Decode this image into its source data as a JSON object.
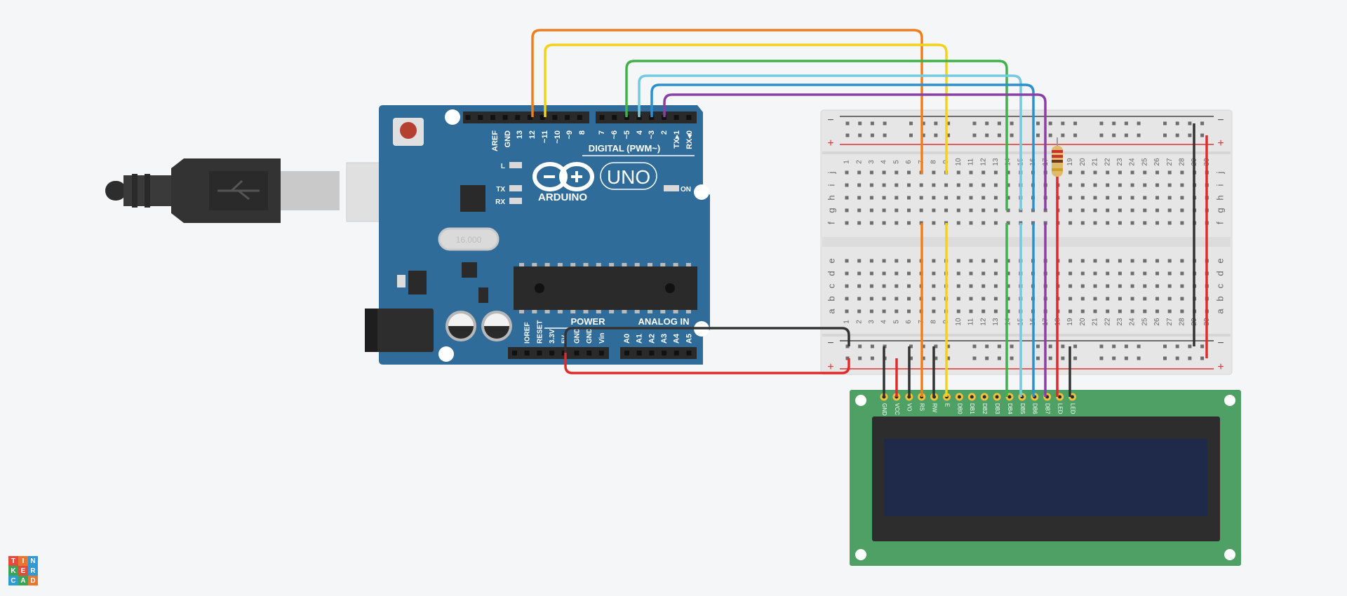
{
  "arduino": {
    "digital_pin_labels": [
      "AREF",
      "GND",
      "13",
      "12",
      "~11",
      "~10",
      "~9",
      "8",
      "7",
      "~6",
      "~5",
      "4",
      "~3",
      "2",
      "TX▸1",
      "RX◂0"
    ],
    "digital_header": "DIGITAL (PWM~)",
    "led_labels": [
      "L",
      "TX",
      "RX"
    ],
    "brand": "ARDUINO",
    "model": "UNO",
    "on_label": "ON",
    "crystal_label": "16.000",
    "power_header": "POWER",
    "power_pin_labels": [
      "IOREF",
      "RESET",
      "3.3V",
      "5V",
      "GND",
      "GND",
      "Vin"
    ],
    "analog_header": "ANALOG IN",
    "analog_pin_labels": [
      "A0",
      "A1",
      "A2",
      "A3",
      "A4",
      "A5"
    ]
  },
  "breadboard": {
    "rail_minus": "−",
    "rail_plus": "+",
    "column_numbers": [
      "1",
      "2",
      "3",
      "4",
      "5",
      "6",
      "7",
      "8",
      "9",
      "10",
      "11",
      "12",
      "13",
      "14",
      "15",
      "16",
      "17",
      "18",
      "19",
      "20",
      "21",
      "22",
      "23",
      "24",
      "25",
      "26",
      "27",
      "28",
      "29",
      "30"
    ],
    "row_letters_top": [
      "j",
      "i",
      "h",
      "g",
      "f"
    ],
    "row_letters_bottom": [
      "e",
      "d",
      "c",
      "b",
      "a"
    ]
  },
  "lcd": {
    "pin_labels": [
      "GND",
      "VCC",
      "VO",
      "RS",
      "RW",
      "E",
      "DB0",
      "DB1",
      "DB2",
      "DB3",
      "DB4",
      "DB5",
      "DB6",
      "DB7",
      "LED",
      "LED"
    ]
  },
  "wire_colors": {
    "orange": "#ee7f1d",
    "yellow": "#f2d21b",
    "green": "#3fb34a",
    "light_blue": "#74cbe0",
    "blue": "#2b8fd0",
    "purple": "#8a3fa6",
    "red": "#e02b2b",
    "black": "#333333"
  },
  "logo": {
    "letters": [
      "T",
      "I",
      "N",
      "K",
      "E",
      "R",
      "C",
      "A",
      "D"
    ],
    "colors": [
      "#e54b3c",
      "#e8772e",
      "#2e9ad6",
      "#3aa556",
      "#e54b3c",
      "#2e9ad6",
      "#2e9ad6",
      "#3aa556",
      "#e8772e"
    ]
  }
}
